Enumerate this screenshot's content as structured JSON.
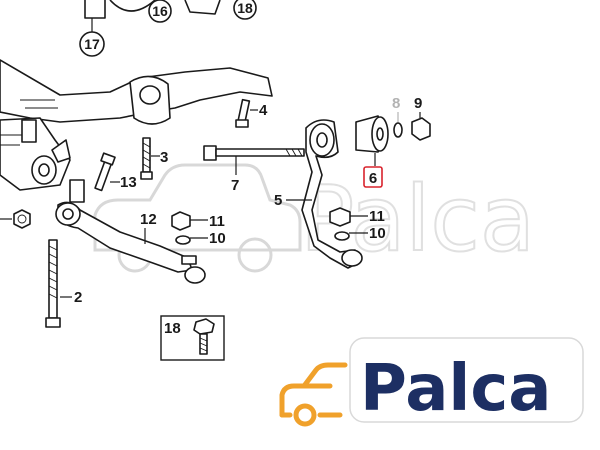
{
  "callouts": {
    "c2": "2",
    "c3": "3",
    "c4": "4",
    "c5": "5",
    "c6": "6",
    "c7": "7",
    "c8": "8",
    "c9": "9",
    "c10a": "10",
    "c10b": "10",
    "c11a": "11",
    "c11b": "11",
    "c12": "12",
    "c13": "13",
    "c16": "16",
    "c17": "17",
    "c18a": "18",
    "c18b": "18"
  },
  "brand": {
    "name": "Palca",
    "color": "#1d2f63",
    "icon_color": "#f0a12b",
    "icon": "car-icon"
  },
  "highlight": {
    "part": "6",
    "color": "#d9232d"
  }
}
